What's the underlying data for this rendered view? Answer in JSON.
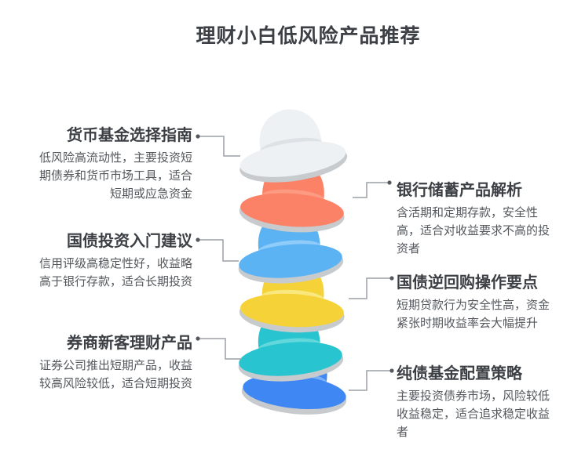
{
  "page": {
    "title": "理财小白低风险产品推荐",
    "background": "#ffffff"
  },
  "colors": {
    "title_text": "#3c4045",
    "note_title_text": "#3c4045",
    "note_body_text": "#54585d",
    "connector_line": "#9ba1a6",
    "connector_dot": "#55595e",
    "brim_shadow": "#c7cbce"
  },
  "left_notes": [
    {
      "title": "货币基金选择指南",
      "desc": "低风险高流动性，主要投资短期债券和货币市场工具，适合短期或应急资金"
    },
    {
      "title": "国债投资入门建议",
      "desc": "信用评级高稳定性好，收益略高于银行存款，适合长期投资"
    },
    {
      "title": "券商新客理财产品",
      "desc": "证券公司推出短期产品，收益较高风险较低，适合短期投资"
    }
  ],
  "right_notes": [
    {
      "title": "银行储蓄产品解析",
      "desc": "含活期和定期存款，安全性高，适合对收益要求不高的投资者"
    },
    {
      "title": "国债逆回购操作要点",
      "desc": "短期贷款行为安全性高，资金紧张时期收益率会大幅提升"
    },
    {
      "title": "纯债基金配置策略",
      "desc": "主要投资债券市场，风险较低收益稳定，适合追求稳定收益者"
    }
  ],
  "hats": [
    {
      "name": "white-fedora-hat-icon",
      "color": "#eef1f4",
      "band": "#dde2e6",
      "dark": null
    },
    {
      "name": "coral-hat-icon",
      "color": "#fb8266",
      "band": "#fc9b81",
      "dark": "#a95a42"
    },
    {
      "name": "sky-blue-hat-icon",
      "color": "#5cb3f4",
      "band": "#8fccf9",
      "dark": "#2e6ea8"
    },
    {
      "name": "yellow-hat-icon",
      "color": "#f5d338",
      "band": "#f9e87e",
      "dark": "#a08c28"
    },
    {
      "name": "teal-hat-icon",
      "color": "#28c4cf",
      "band": "#63d8dc",
      "dark": "#11909d"
    },
    {
      "name": "blue-hat-icon",
      "color": "#3f87f2",
      "band": "#77b0f7",
      "dark": "#2a5cb8"
    }
  ]
}
